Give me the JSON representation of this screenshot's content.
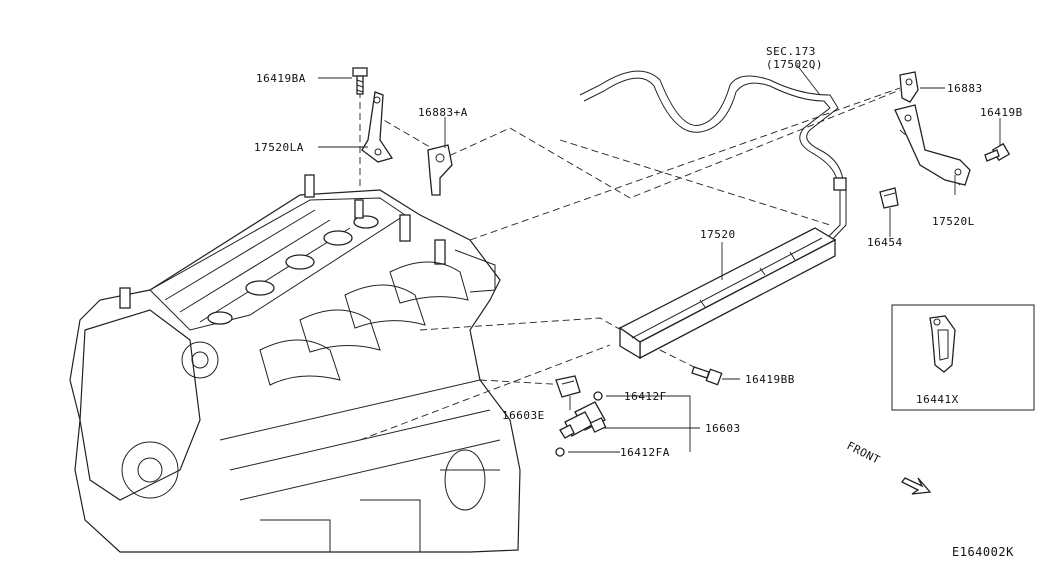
{
  "diagram_code": "E164002K",
  "front_label": "FRONT",
  "parts": {
    "bolt_upper_left": "16419BA",
    "bracket_left": "17520LA",
    "clip_left": "16883+A",
    "section_ref": "SEC.173",
    "section_ref_sub": "(17502Q)",
    "clip_right": "16883",
    "bolt_right": "16419B",
    "bracket_right": "17520L",
    "fuel_rail": "17520",
    "connector_clip": "16454",
    "bolt_rail": "16419BB",
    "inset_clip": "16441X",
    "oring_upper": "16412F",
    "injector_clip": "16603E",
    "injector": "16603",
    "oring_lower": "16412FA"
  }
}
